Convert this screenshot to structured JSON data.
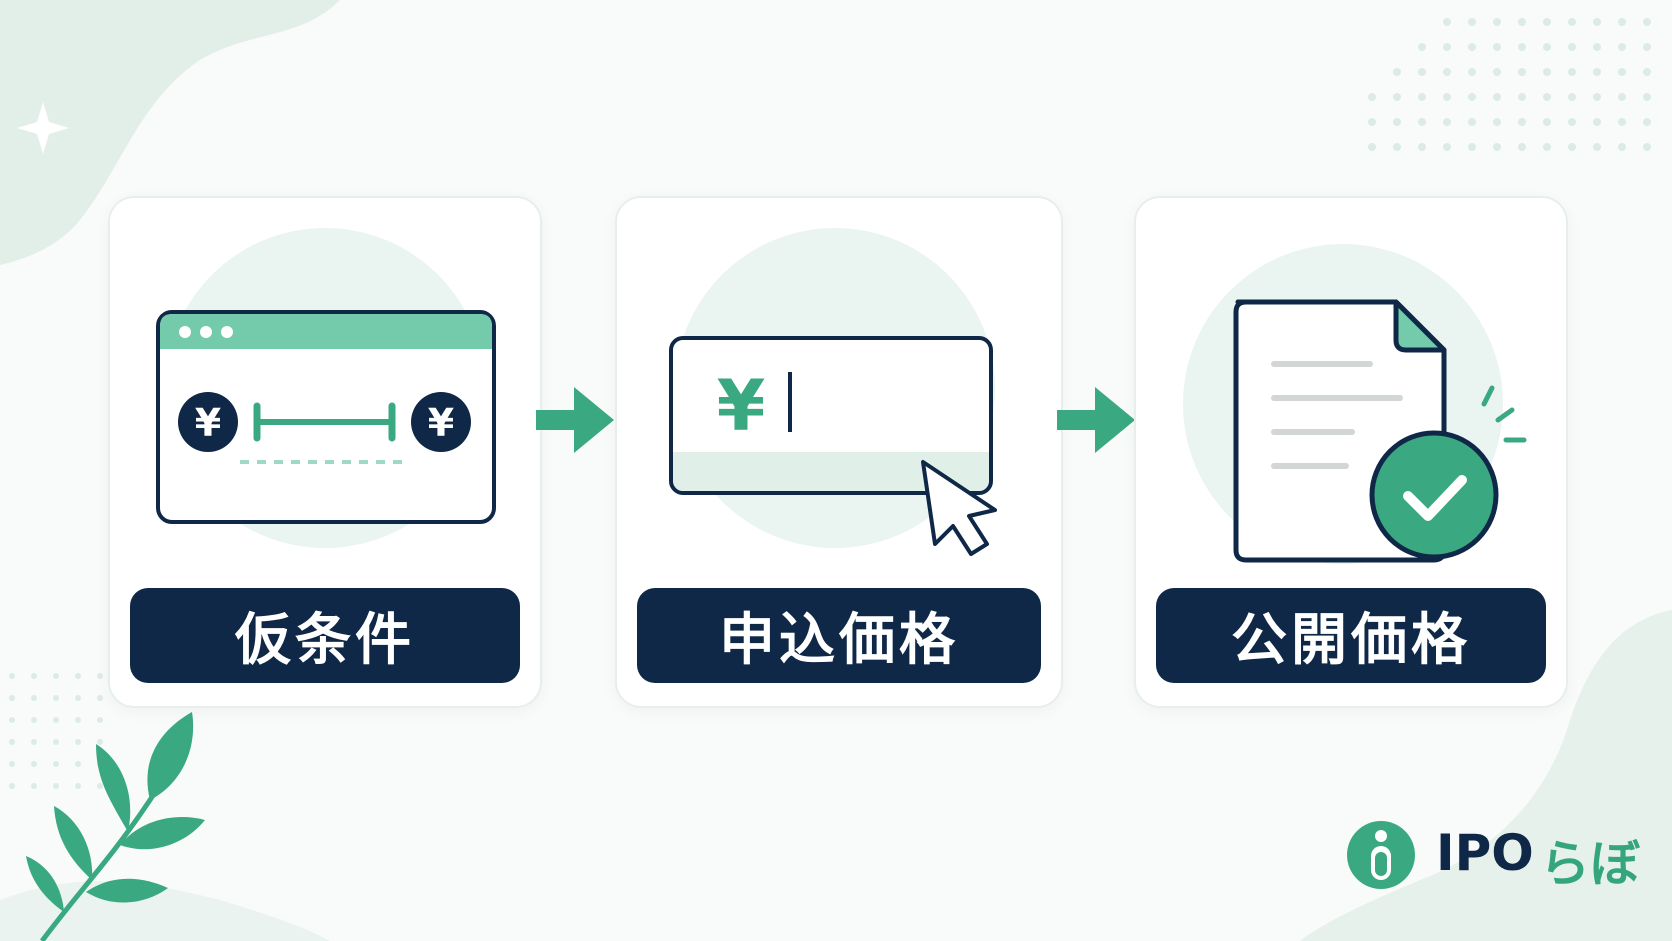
{
  "steps": [
    {
      "label": "仮条件",
      "icon": "price-range-window-icon",
      "currency_symbol": "¥"
    },
    {
      "label": "申込価格",
      "icon": "price-input-box-icon",
      "currency_symbol": "¥"
    },
    {
      "label": "公開価格",
      "icon": "approved-document-icon"
    }
  ],
  "brand": {
    "name_latin": "IPO",
    "name_kana": "らぼ"
  },
  "colors": {
    "navy": "#0f2847",
    "green": "#3aa982",
    "green_light": "#7ccdae",
    "mint_bg": "#e4f1ec"
  }
}
